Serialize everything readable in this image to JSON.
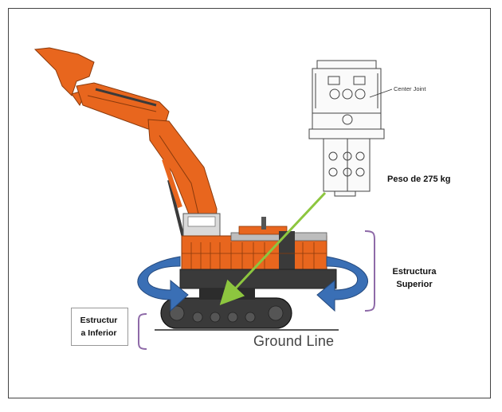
{
  "labels": {
    "weight": "Peso de 275 kg",
    "upper_structure_line1": "Estructura",
    "upper_structure_line2": "Superior",
    "lower_structure_line1": "Estructur",
    "lower_structure_line2": "a Inferior",
    "ground_line": "Ground Line",
    "center_joint": "Center Joint"
  },
  "colors": {
    "machine_orange": "#e8661e",
    "machine_dark": "#3a3a3a",
    "rotation_arrow_blue": "#3a6fb5",
    "pointer_arrow_green": "#8dc63f",
    "bracket_purple": "#8e6aa8"
  }
}
